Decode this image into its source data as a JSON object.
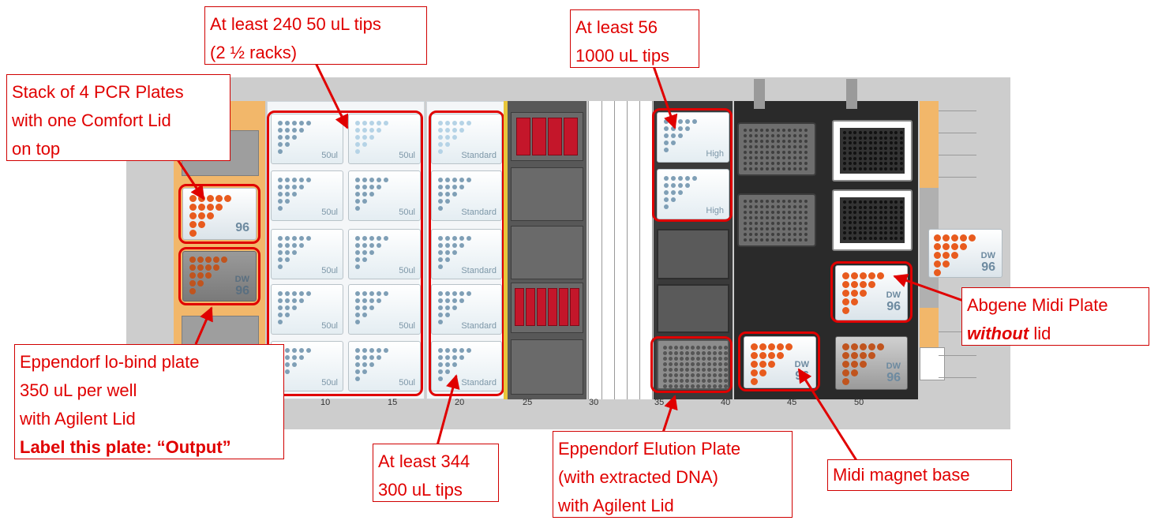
{
  "callouts": {
    "pcr_stack": [
      "Stack of 4 PCR Plates",
      "with one Comfort Lid",
      "on top"
    ],
    "tips_50": [
      "At least 240 50 uL tips",
      "(2 ½ racks)"
    ],
    "tips_1000": [
      "At least 56",
      "1000 uL tips"
    ],
    "output_plate": [
      "Eppendorf lo-bind plate",
      "350 uL per well",
      "with Agilent Lid"
    ],
    "output_plate_label_instruction": "Label this plate: “Output”",
    "tips_300": [
      "At least 344",
      "300 uL tips"
    ],
    "elution_plate": [
      "Eppendorf Elution Plate",
      "(with extracted DNA)",
      "with Agilent Lid"
    ],
    "magnet_base": "Midi magnet base",
    "abgene_line1": "Abgene Midi Plate",
    "abgene_without": "without",
    "abgene_lid": " lid"
  },
  "rack_labels": {
    "tips_50": "50ul",
    "tips_300": "Standard",
    "tips_1000": "High"
  },
  "plate_labels": {
    "pcr_96": "96",
    "dw": "DW",
    "dw_96": "96"
  },
  "deck_ticks": [
    "10",
    "15",
    "20",
    "25",
    "30",
    "35",
    "40",
    "45",
    "50"
  ],
  "colors": {
    "highlight": "#e00000",
    "tip_rack": "#eef3f6",
    "tip_dot": "#7f9fb6",
    "plate_well": "#e85b1e",
    "trough_red": "#c4162a",
    "carrier": "#f2b76a"
  }
}
